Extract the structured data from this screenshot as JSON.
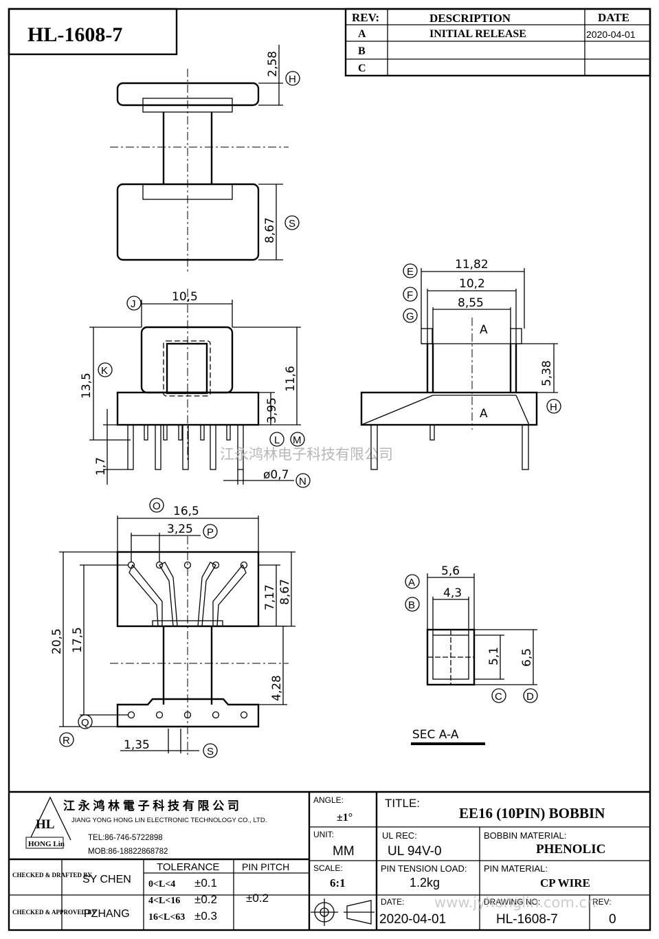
{
  "drawing_no_header": "HL-1608-7",
  "revision_table": {
    "headers": {
      "rev": "REV:",
      "description": "DESCRIPTION",
      "date": "DATE"
    },
    "rows": [
      {
        "rev": "A",
        "description": "INITIAL  RELEASE",
        "date": "2020-04-01"
      },
      {
        "rev": "B",
        "description": "",
        "date": ""
      },
      {
        "rev": "C",
        "description": "",
        "date": ""
      }
    ]
  },
  "top_view": {
    "dim_H": "2,58",
    "dim_S": "8,67",
    "label_H": "H",
    "label_S": "S"
  },
  "front_view": {
    "dim_width": "10,5",
    "dim_height_left": "13,5",
    "dim_height_right": "11,6",
    "dim_base": "3,95",
    "dim_pin_len": "1,7",
    "dim_pin_dia": "ø0,7",
    "label_J": "J",
    "label_K": "K",
    "label_L": "L",
    "label_M": "M",
    "label_N": "N"
  },
  "side_view": {
    "dim_E": "11,82",
    "dim_F": "10,2",
    "dim_G": "8,55",
    "dim_H": "5,38",
    "section_mark": "A",
    "label_E": "E",
    "label_F": "F",
    "label_G": "G",
    "label_H": "H"
  },
  "bottom_view": {
    "dim_width": "16,5",
    "dim_pitch": "3,25",
    "dim_717": "7,17",
    "dim_867": "8,67",
    "dim_205": "20,5",
    "dim_175": "17,5",
    "dim_428": "4,28",
    "dim_135": "1,35",
    "label_O": "O",
    "label_P": "P",
    "label_Q": "Q",
    "label_R": "R",
    "label_S": "S"
  },
  "section_view": {
    "dim_A": "5,6",
    "dim_B": "4,3",
    "dim_C": "5,1",
    "dim_D": "6,5",
    "title": "SEC  A-A",
    "label_A": "A",
    "label_B": "B",
    "label_C": "C",
    "label_D": "D"
  },
  "watermark": "江永鸿林电子科技有限公司",
  "watermark_url": "www.jyhonglin.com.cn",
  "title_block": {
    "company_cn": "江 永 鸿 林 電 子 科 技 有 限 公 司",
    "company_en": "JIANG YONG HONG LIN ELECTRONIC TECHNOLOGY CO., LTD.",
    "logo_text": "HONG Lin",
    "logo_mark": "HL",
    "tel": "TEL:86-746-5722898",
    "mob": "MOB:86-18822868782",
    "checked_drafted_label": "CHECKED & DRAFTED BY",
    "checked_drafted_value": "SY CHEN",
    "checked_approved_label": "CHECKED & APPROVED BY",
    "checked_approved_value": "PZHANG",
    "tolerance_label": "TOLERANCE",
    "tolerance_rows": [
      {
        "range": "0<L<4",
        "value": "±0.1"
      },
      {
        "range": "4<L<16",
        "value": "±0.2"
      },
      {
        "range": "16<L<63",
        "value": "±0.3"
      }
    ],
    "pin_pitch_label": "PIN PITCH",
    "pin_pitch_value": "±0.2",
    "angle_label": "ANGLE:",
    "angle_value": "±1°",
    "unit_label": "UNIT:",
    "unit_value": "MM",
    "scale_label": "SCALE:",
    "scale_value": "6:1",
    "title_label": "TITLE:",
    "title_value": "EE16 (10PIN) BOBBIN",
    "ul_label": "UL REC:",
    "ul_value": "UL 94V-0",
    "bobbin_material_label": "BOBBIN MATERIAL:",
    "bobbin_material_value": "PHENOLIC",
    "pin_tension_label": "PIN TENSION LOAD:",
    "pin_tension_value": "1.2kg",
    "pin_material_label": "PIN MATERIAL:",
    "pin_material_value": "CP  WIRE",
    "date_label": "DATE:",
    "date_value": "2020-04-01",
    "drawing_no_label": "DRAWING NO:",
    "drawing_no_value": "HL-1608-7",
    "rev_label": "REV:",
    "rev_value": "0"
  }
}
